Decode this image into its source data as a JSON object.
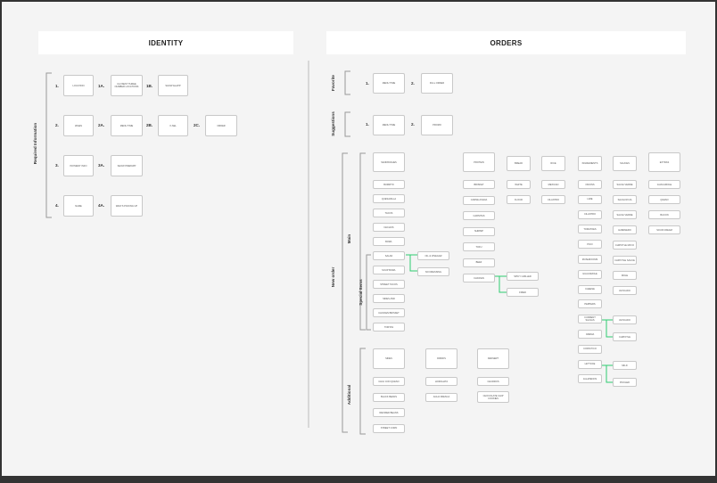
{
  "identity": {
    "title": "IDENTITY",
    "group_label": "Required Information",
    "rows": [
      {
        "num": "1.",
        "value": "LOCATION",
        "sub": [
          {
            "num": "1A.",
            "value": "CLOSEST THREE NUMBER LOCATIONS"
          },
          {
            "num": "1B.",
            "value": "SHOW ELAPP"
          }
        ]
      },
      {
        "num": "2.",
        "value": "WHEN",
        "sub": [
          {
            "num": "2A.",
            "value": "MENU TIME"
          },
          {
            "num": "2B.",
            "value": "X-SEL"
          },
          {
            "num": "2C.",
            "value": "ORDER"
          }
        ]
      },
      {
        "num": "3.",
        "value": "PAYMENT INFO",
        "sub": [
          {
            "num": "3A.",
            "value": "SHOW PREPAPP"
          }
        ]
      },
      {
        "num": "4.",
        "value": "NAME",
        "sub": [
          {
            "num": "4A.",
            "value": "WHO'S PICKING UP"
          }
        ]
      }
    ]
  },
  "orders": {
    "title": "ORDERS",
    "favorite": {
      "label": "Favorite",
      "items": [
        {
          "num": "1.",
          "value": "MENU TIME"
        },
        {
          "num": "2.",
          "value": "FULL ORDER"
        }
      ]
    },
    "suggestions": {
      "label": "Suggestions",
      "items": [
        {
          "num": "1.",
          "value": "MENU TIME"
        },
        {
          "num": "2.",
          "value": "PROMO"
        }
      ]
    },
    "new_order_label": "New order",
    "main_label": "Main",
    "special_items_label": "Special Items",
    "additional_label": "Additional",
    "main_columns": {
      "sandwiches": {
        "header": "SANDWICHES",
        "items": [
          "BURRITO",
          "QUESADILLA",
          "TACOS",
          "NACHOS",
          "BOWL",
          "SALAD",
          "SOUP BOWL",
          "STREET TACOS",
          "SIDES AND",
          "CHICKEN BRISKET",
          "TORTAS"
        ]
      },
      "protein": {
        "header": "PROTEIN",
        "items": [
          "BRISKET",
          "CARNE ASADA",
          "CARNITAS",
          "SHRIMP",
          "TOFU",
          "BEEF",
          "CHICKEN"
        ]
      },
      "bread": {
        "header": "BREAD",
        "items": [
          "WHITE",
          "FLOUR"
        ]
      },
      "rice": {
        "header": "RICE",
        "items": [
          "MEXICAN",
          "CILANTRO"
        ]
      },
      "ingredients": {
        "header": "INGREDIENTS",
        "items": [
          "ONIONS",
          "LIME",
          "CILANTRO",
          "TOMATOES",
          "PICO",
          "MUSHROOMS",
          "GUACAMOLE",
          "CHEESE",
          "PEPPERS",
          "CURRENT SALSAS",
          "CREMA",
          "CORN PICO",
          "LETTUCE",
          "JALAPENOS"
        ]
      },
      "sauces": {
        "header": "SAUCES",
        "items": [
          "SALSA VERDE",
          "SALSA ROJA",
          "SALSA VERDE",
          "HABANERO",
          "CHIPOTLE MAYO",
          "CHIPOTLE SAUCE",
          "MOLE",
          "AVOCADO"
        ]
      },
      "extras": {
        "header": "EXTRAS",
        "items": [
          "GUACAMOLE",
          "QUESO",
          "BACON",
          "SOUR CREAM"
        ]
      }
    },
    "salad_options": [
      "OIL & VINEGAR",
      "NO DRESSING"
    ],
    "chicken_options": [
      "SPICY GRILLED",
      "FRIED"
    ],
    "crema_options": [
      "AVOCADO",
      "CHIPOTLE"
    ],
    "jalapeno_options": [
      "MILD",
      "PICKLED"
    ],
    "additional_columns": {
      "sides": {
        "header": "SIDES",
        "items": [
          "CHILI CON QUESO",
          "BLACK BEANS",
          "REFRIED BEANS",
          "STREET CORN"
        ]
      },
      "drinks": {
        "header": "DRINKS",
        "items": [
          "HORCHATA",
          "AGUA FRESCA"
        ]
      },
      "dessert": {
        "header": "DESSERT",
        "items": [
          "CHURROS",
          "CHOCOLATE CHIP COOKIES"
        ]
      }
    }
  },
  "colors": {
    "background": "#f4f4f4",
    "frame": "#333333",
    "connector": "#2ecc71",
    "box_border": "#c8c8c8"
  }
}
